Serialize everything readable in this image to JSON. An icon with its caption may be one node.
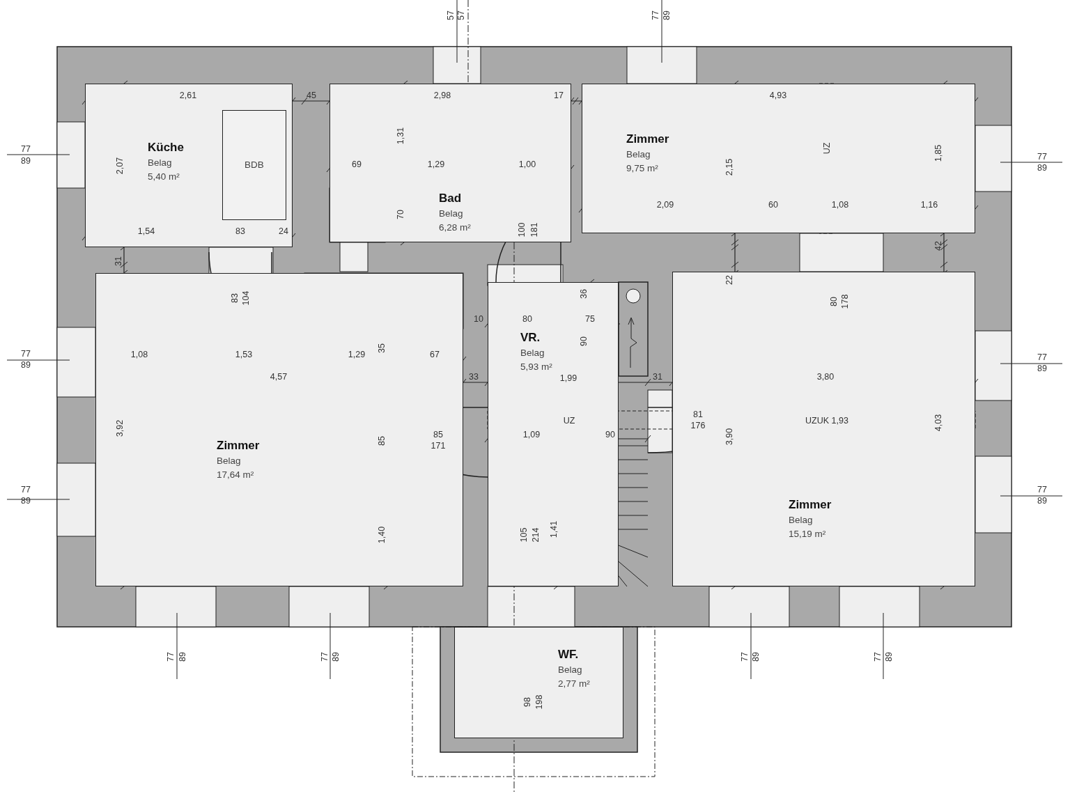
{
  "diagram": {
    "nodes": [
      {
        "text": [
          "Küche",
          "Belag",
          "5,40 m²"
        ]
      },
      {
        "text": [
          "BDB"
        ],
        "in": 0
      },
      {
        "text": [
          "Bad",
          "Belag",
          "6,28 m²"
        ]
      },
      {
        "text": [
          "Zimmer",
          "Belag",
          "9,75 m²"
        ]
      },
      {
        "text": [
          "Zimmer",
          "Belag",
          "17,64 m²"
        ]
      },
      {
        "text": [
          "VR.",
          "Belag",
          "5,93 m²"
        ]
      },
      {
        "text": [
          "Zimmer",
          "Belag",
          "15,19 m²"
        ]
      },
      {
        "text": [
          "WF.",
          "Belag",
          "2,77 m²"
        ]
      }
    ],
    "labels": [
      "57",
      "57",
      "77",
      "89",
      "2,61",
      "45",
      "2,98",
      "17",
      "4,93",
      "77",
      "89",
      "77",
      "89",
      "1,31",
      "UZ",
      "1,85",
      "2,07",
      "2,15",
      "69",
      "1,29",
      "1,00",
      "2,09",
      "60",
      "1,08",
      "1,16",
      "70",
      "1,54",
      "83",
      "24",
      "100",
      "181",
      "42",
      "31",
      "22",
      "83",
      "104",
      "36",
      "80",
      "178",
      "10",
      "80",
      "75",
      "90",
      "77",
      "89",
      "77",
      "89",
      "1,08",
      "1,53",
      "1,29",
      "35",
      "67",
      "4,57",
      "33",
      "1,99",
      "31",
      "3,80",
      "UZ",
      "81",
      "176",
      "UZUK 1,93",
      "3,92",
      "85",
      "171",
      "1,09",
      "90",
      "85",
      "3,90",
      "4,03",
      "77",
      "89",
      "77",
      "89",
      "1,40",
      "105",
      "214",
      "1,41",
      "77",
      "89",
      "77",
      "89",
      "77",
      "89",
      "77",
      "89",
      "98",
      "198"
    ]
  }
}
